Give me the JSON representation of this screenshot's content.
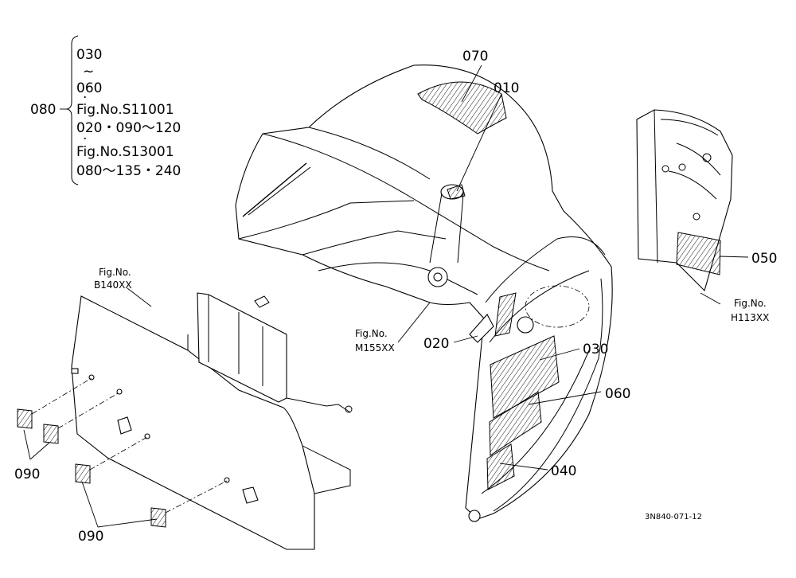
{
  "callouts": {
    "c070": "070",
    "c010": "010",
    "c050": "050",
    "c020": "020",
    "c030": "030",
    "c060": "060",
    "c040": "040",
    "c090a": "090",
    "c090b": "090"
  },
  "set_note": {
    "label": "080",
    "line1": "030",
    "tilde": "~",
    "line2": "060",
    "dot1": "·",
    "line3": "Fig.No.S11001",
    "line4": "020・090～120",
    "dot2": "·",
    "line5": "Fig.No.S13001",
    "line6": "080～135・240"
  },
  "refs": {
    "b140_title": "Fig.No.",
    "b140_code": "B140XX",
    "m155_title": "Fig.No.",
    "m155_code": "M155XX",
    "h113_title": "Fig.No.",
    "h113_code": "H113XX"
  },
  "drawing_id": "3N840-071-12"
}
